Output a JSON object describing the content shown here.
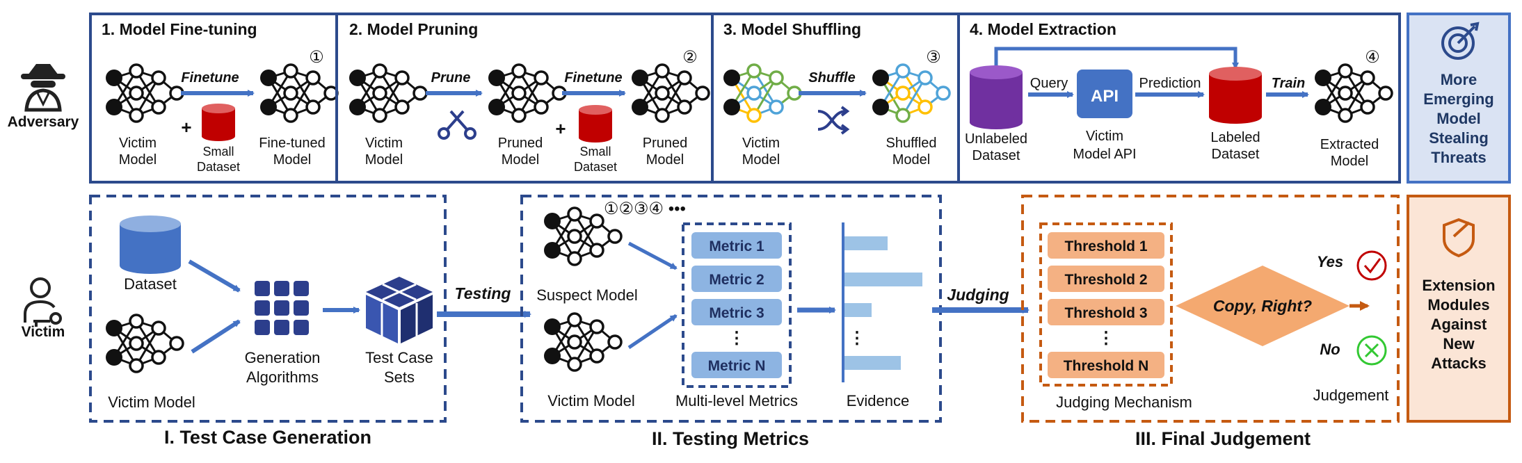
{
  "roles": {
    "adversary": "Adversary",
    "victim": "Victim"
  },
  "attacks": [
    {
      "title": "1. Model Fine-tuning",
      "num": "①",
      "victim": [
        "Victim",
        "Model"
      ],
      "op": "Finetune",
      "plus": "+",
      "small": [
        "Small",
        "Dataset"
      ],
      "result": [
        "Fine-tuned",
        "Model"
      ]
    },
    {
      "title": "2. Model Pruning",
      "num": "②",
      "victim": [
        "Victim",
        "Model"
      ],
      "op1": "Prune",
      "pruned": [
        "Pruned",
        "Model"
      ],
      "plus": "+",
      "small": [
        "Small",
        "Dataset"
      ],
      "op2": "Finetune",
      "result": [
        "Pruned",
        "Model"
      ]
    },
    {
      "title": "3. Model Shuffling",
      "num": "③",
      "victim": [
        "Victim",
        "Model"
      ],
      "op": "Shuffle",
      "result": [
        "Shuffled",
        "Model"
      ]
    },
    {
      "title": "4. Model Extraction",
      "num": "④",
      "unlabeled": [
        "Unlabeled",
        "Dataset"
      ],
      "query": "Query",
      "api": "API",
      "api_label": [
        "Victim",
        "Model API"
      ],
      "prediction": "Prediction",
      "labeled": [
        "Labeled",
        "Dataset"
      ],
      "train": "Train",
      "result": [
        "Extracted",
        "Model"
      ]
    }
  ],
  "threats": [
    "More",
    "Emerging",
    "Model",
    "Stealing",
    "Threats"
  ],
  "generation": {
    "dataset": "Dataset",
    "victim_model": "Victim Model",
    "algorithms": [
      "Generation",
      "Algorithms"
    ],
    "test_sets": [
      "Test Case",
      "Sets"
    ],
    "caption": "I. Test Case Generation"
  },
  "testing": {
    "arrow": "Testing",
    "nums": "①②③④ •••",
    "suspect": "Suspect Model",
    "victim_model": "Victim Model",
    "metrics": [
      "Metric 1",
      "Metric 2",
      "Metric 3",
      "⋮",
      "Metric N"
    ],
    "metrics_label": "Multi-level Metrics",
    "evidence": "Evidence",
    "evidence_bars": [
      0.55,
      1.0,
      0.35,
      0.72
    ],
    "evidence_dots": "⋮",
    "caption": "II. Testing Metrics"
  },
  "judgement": {
    "arrow": "Judging",
    "thresholds": [
      "Threshold 1",
      "Threshold 2",
      "Threshold 3",
      "⋮",
      "Threshold N"
    ],
    "decision": "Copy, Right?",
    "yes": "Yes",
    "no": "No",
    "mechanism": "Judging Mechanism",
    "judgement": "Judgement",
    "caption": "III. Final Judgement"
  },
  "extension": [
    "Extension",
    "Modules",
    "Against",
    "New",
    "Attacks"
  ],
  "colors": {
    "navy": "#2c4a8c",
    "blue": "#4472c4",
    "light_blue": "#9dc3e6",
    "metric_fill": "#8db4e2",
    "orange": "#c55a11",
    "threshold_fill": "#f4b183",
    "decision_fill": "#f4a970",
    "threats_fill": "#dae3f3",
    "extension_fill": "#fbe5d6",
    "red": "#c00000",
    "purple": "#7030a0",
    "green": "#70ad47",
    "yellow": "#ffc000"
  }
}
